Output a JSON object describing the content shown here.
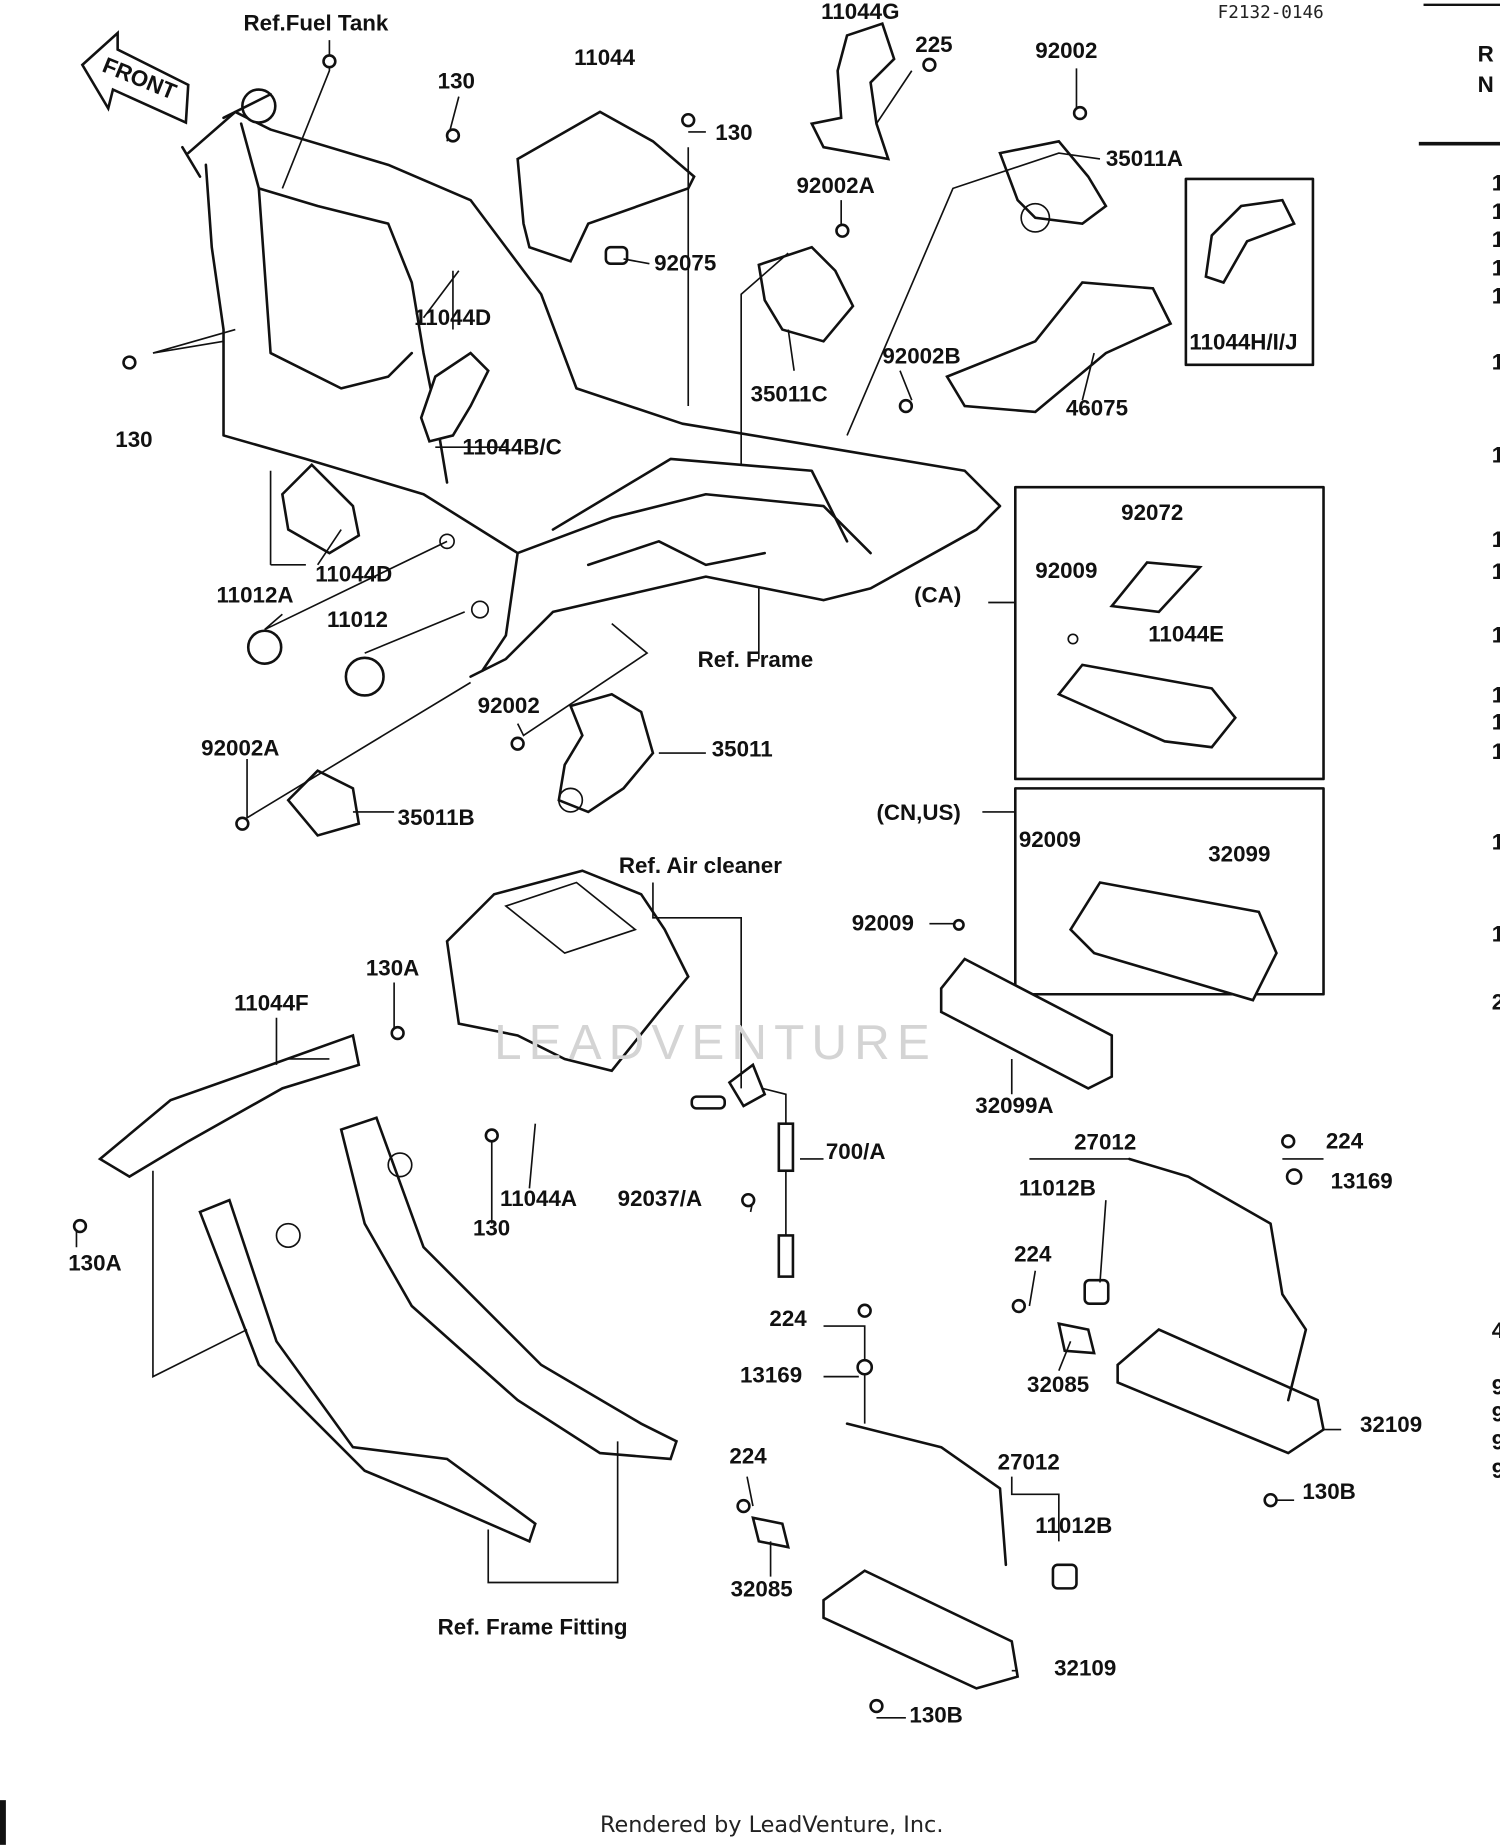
{
  "diagram": {
    "code": "F2132-0146",
    "front_arrow": "FRONT",
    "watermark": "LEADVENTURE",
    "labels": [
      {
        "id": "ref-fuel-tank",
        "text": "Ref.Fuel Tank"
      },
      {
        "id": "11044G",
        "text": "11044G"
      },
      {
        "id": "225",
        "text": "225"
      },
      {
        "id": "92002-top",
        "text": "92002"
      },
      {
        "id": "11044",
        "text": "11044"
      },
      {
        "id": "130-a",
        "text": "130"
      },
      {
        "id": "130-b",
        "text": "130"
      },
      {
        "id": "35011A",
        "text": "35011A"
      },
      {
        "id": "92002A-top",
        "text": "92002A"
      },
      {
        "id": "92075",
        "text": "92075"
      },
      {
        "id": "11044D-a",
        "text": "11044D"
      },
      {
        "id": "11044HIJ",
        "text": "11044H/I/J"
      },
      {
        "id": "130-c",
        "text": "130"
      },
      {
        "id": "92002B",
        "text": "92002B"
      },
      {
        "id": "35011C",
        "text": "35011C"
      },
      {
        "id": "46075",
        "text": "46075"
      },
      {
        "id": "11044BC",
        "text": "11044B/C"
      },
      {
        "id": "92072",
        "text": "92072"
      },
      {
        "id": "11044D-b",
        "text": "11044D"
      },
      {
        "id": "92009-a",
        "text": "92009"
      },
      {
        "id": "CA",
        "text": "(CA)"
      },
      {
        "id": "11012A",
        "text": "11012A"
      },
      {
        "id": "11012",
        "text": "11012"
      },
      {
        "id": "11044E",
        "text": "11044E"
      },
      {
        "id": "ref-frame",
        "text": "Ref.  Frame"
      },
      {
        "id": "92002-mid",
        "text": "92002"
      },
      {
        "id": "35011",
        "text": "35011"
      },
      {
        "id": "92002A-low",
        "text": "92002A"
      },
      {
        "id": "35011B",
        "text": "35011B"
      },
      {
        "id": "CNUS",
        "text": "(CN,US)"
      },
      {
        "id": "92009-b",
        "text": "92009"
      },
      {
        "id": "32099",
        "text": "32099"
      },
      {
        "id": "ref-air-cleaner",
        "text": "Ref.  Air cleaner"
      },
      {
        "id": "92009-c",
        "text": "92009"
      },
      {
        "id": "130A-a",
        "text": "130A"
      },
      {
        "id": "11044F",
        "text": "11044F"
      },
      {
        "id": "32099A",
        "text": "32099A"
      },
      {
        "id": "27012-a",
        "text": "27012"
      },
      {
        "id": "224-a",
        "text": "224"
      },
      {
        "id": "700A",
        "text": "700/A"
      },
      {
        "id": "13169-a",
        "text": "13169"
      },
      {
        "id": "11012B-a",
        "text": "11012B"
      },
      {
        "id": "11044A",
        "text": "11044A"
      },
      {
        "id": "92037A",
        "text": "92037/A"
      },
      {
        "id": "130-d",
        "text": "130"
      },
      {
        "id": "130A-b",
        "text": "130A"
      },
      {
        "id": "224-b",
        "text": "224"
      },
      {
        "id": "224-c",
        "text": "224"
      },
      {
        "id": "13169-b",
        "text": "13169"
      },
      {
        "id": "32085-a",
        "text": "32085"
      },
      {
        "id": "32109-a",
        "text": "32109"
      },
      {
        "id": "27012-b",
        "text": "27012"
      },
      {
        "id": "224-d",
        "text": "224"
      },
      {
        "id": "130B-a",
        "text": "130B"
      },
      {
        "id": "11012B-b",
        "text": "11012B"
      },
      {
        "id": "32085-b",
        "text": "32085"
      },
      {
        "id": "ref-frame-fitting",
        "text": "Ref. Frame Fitting"
      },
      {
        "id": "32109-b",
        "text": "32109"
      },
      {
        "id": "130B-b",
        "text": "130B"
      }
    ],
    "side_column": {
      "header": [
        "R",
        "N"
      ],
      "items": [
        "1",
        "1",
        "1",
        "1",
        "1",
        "1",
        "1",
        "1",
        "1",
        "1",
        "1",
        "1",
        "1",
        "1",
        "1",
        "2",
        "4",
        "9",
        "9",
        "9",
        "9"
      ]
    },
    "footer": "Rendered by LeadVenture, Inc."
  }
}
